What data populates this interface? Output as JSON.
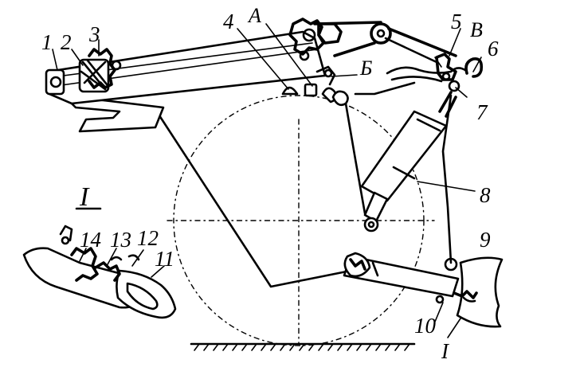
{
  "labels": {
    "l1": "1",
    "l2": "2",
    "l3": "3",
    "l4": "4",
    "lA": "А",
    "l5": "5",
    "lV": "В",
    "l6": "6",
    "lB": "Б",
    "l7": "7",
    "l8": "8",
    "l9": "9",
    "l10": "10",
    "lI_bottom": "I",
    "lI_detail": "I",
    "l14": "14",
    "l13": "13",
    "l12": "12",
    "l11": "11"
  }
}
